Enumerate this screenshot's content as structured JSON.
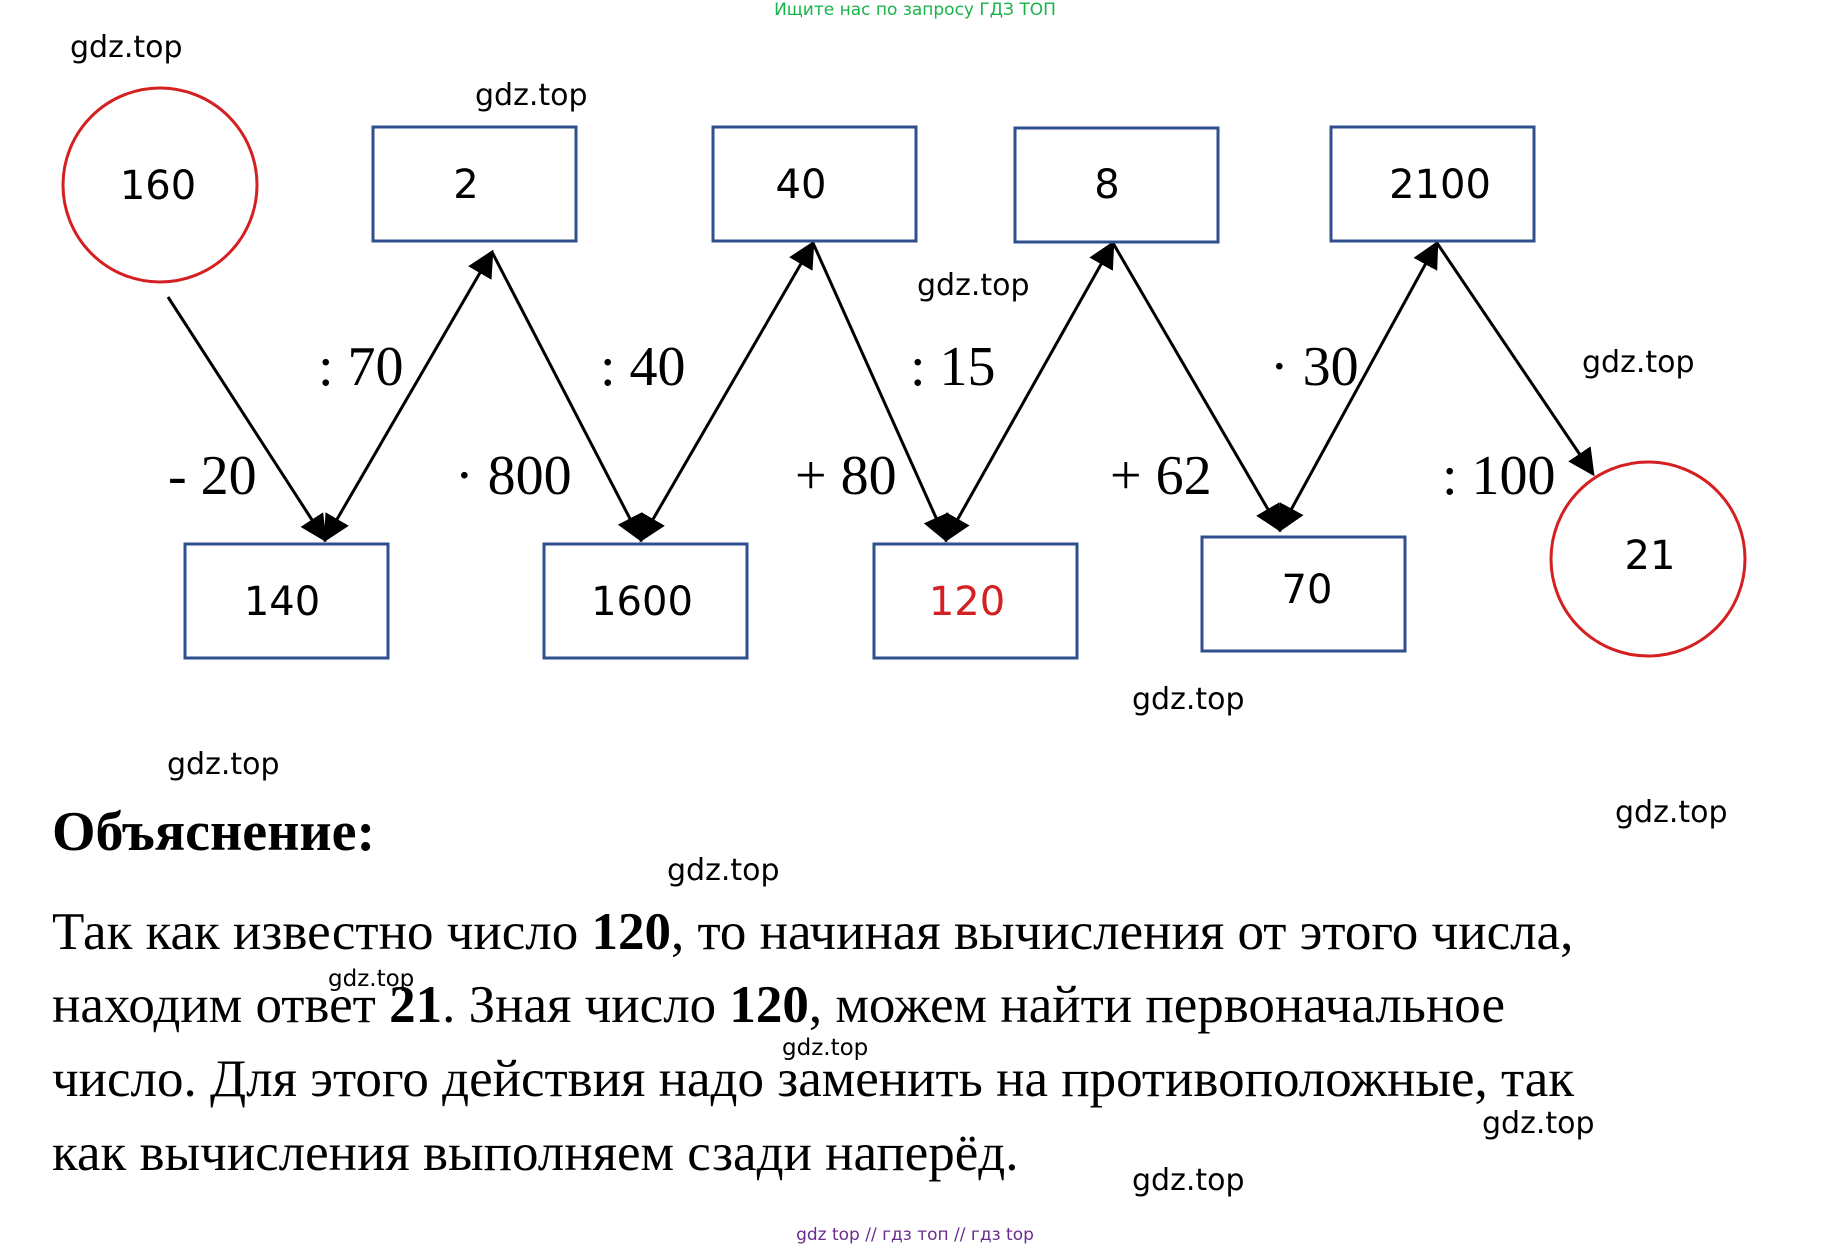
{
  "colors": {
    "box_border": "#2f4f8f",
    "circle_border": "#d42020",
    "highlight_text": "#d42020",
    "arrow": "#000000",
    "banner": "#19b34a",
    "footer": "#6a2c8f"
  },
  "banner": {
    "text": "Ищите нас по запросу ГДЗ ТОП"
  },
  "diagram": {
    "nodes": {
      "start": "160",
      "b1": "140",
      "t1": "2",
      "b2": "1600",
      "t2": "40",
      "b3": "120",
      "t3": "8",
      "b4": "70",
      "t4": "2100",
      "end": "21"
    },
    "operations": {
      "op1": "- 20",
      "op2": ": 70",
      "op3": "· 800",
      "op4": ": 40",
      "op5": "+ 80",
      "op6": ": 15",
      "op7": "+ 62",
      "op8": "· 30",
      "op9": ": 100"
    }
  },
  "watermarks": {
    "w1": "gdz.top",
    "w2": "gdz.top",
    "w3": "gdz.top",
    "w4": "gdz.top",
    "w5": "gdz.top",
    "w6": "gdz.top",
    "w7": "gdz.top",
    "w8": "gdz.top",
    "w9": "gdz.top",
    "w10": "gdz.top",
    "w11": "gdz.top",
    "w12": "gdz.top"
  },
  "explanation": {
    "heading": "Объяснение:",
    "line1": {
      "a": "Так как известно число ",
      "b": "120",
      "c": ", то начиная вычисления от этого числа,"
    },
    "line2": {
      "a": "находим ответ ",
      "b": "21",
      "c": ". Зная число ",
      "d": "120",
      "e": ", можем найти первоначальное"
    },
    "line3": "число. Для этого действия надо заменить на противоположные, так",
    "line4": "как вычисления выполняем сзади наперёд."
  },
  "footer": {
    "text": "gdz top  //  гдз топ  //  гдз top"
  }
}
